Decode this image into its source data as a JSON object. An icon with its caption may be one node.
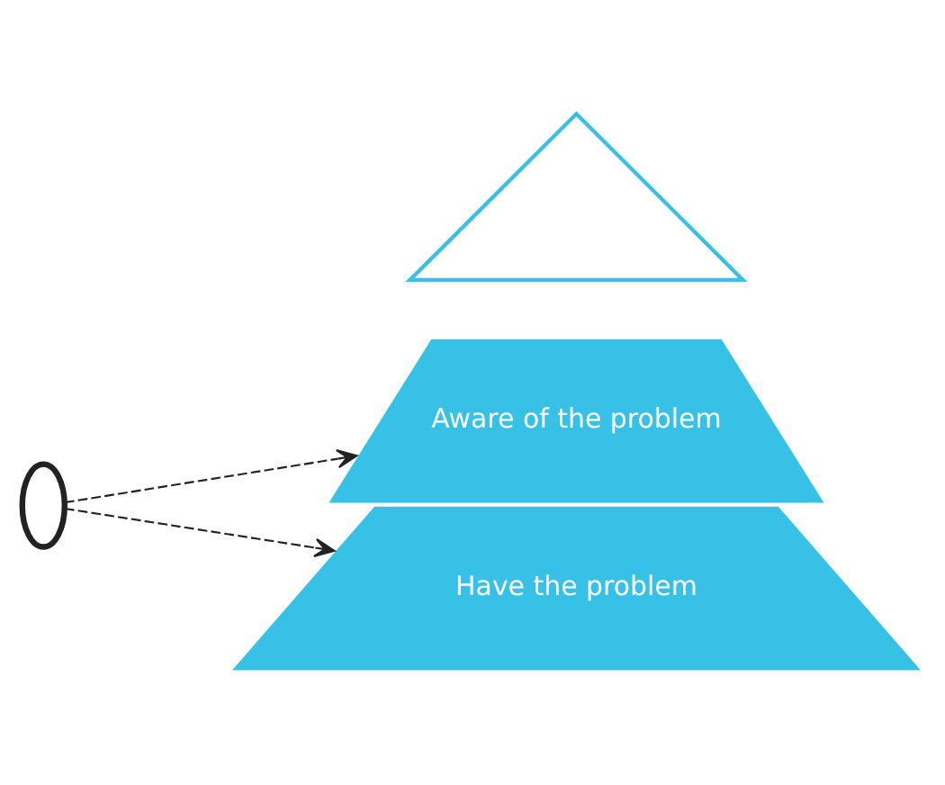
{
  "diagram": {
    "nodes": [
      {
        "text": [],
        "shape": "circle"
      },
      {
        "text": [],
        "shape": "triangle"
      },
      {
        "text": [
          "Aware of the problem"
        ]
      },
      {
        "text": [
          "Have the problem"
        ]
      }
    ],
    "edges": [
      {
        "from": 0,
        "to": 2,
        "arrow": "to",
        "style": "dashed"
      },
      {
        "from": 0,
        "to": 3,
        "arrow": "to",
        "style": "dashed"
      }
    ]
  }
}
